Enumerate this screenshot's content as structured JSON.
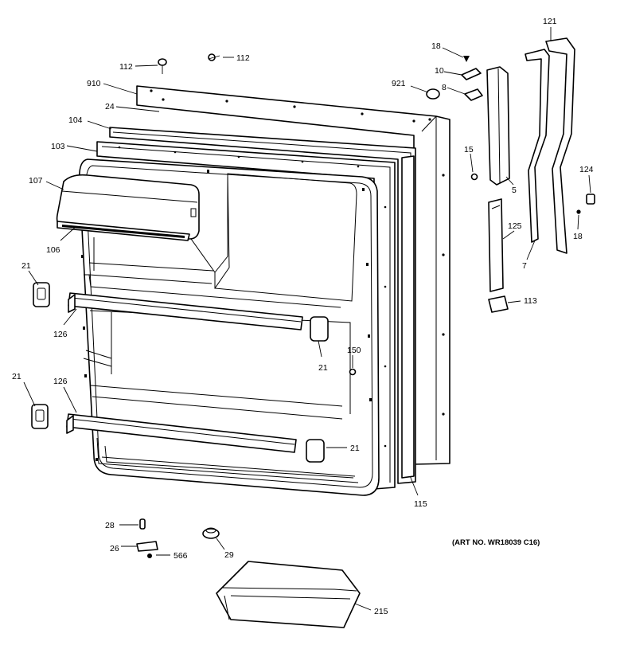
{
  "diagram": {
    "art_number": "(ART NO. WR18039 C16)",
    "callouts": {
      "c112a": "112",
      "c112b": "112",
      "c910": "910",
      "c24": "24",
      "c104": "104",
      "c103": "103",
      "c107": "107",
      "c106": "106",
      "c21a": "21",
      "c126a": "126",
      "c21b": "21",
      "c126b": "126",
      "c21c": "21",
      "c21d": "21",
      "c150": "150",
      "c115": "115",
      "c28": "28",
      "c26": "26",
      "c566": "566",
      "c29": "29",
      "c215": "215",
      "c18a": "18",
      "c10": "10",
      "c921": "921",
      "c8": "8",
      "c15": "15",
      "c5": "5",
      "c121": "121",
      "c124": "124",
      "c18b": "18",
      "c125": "125",
      "c7": "7",
      "c113": "113"
    }
  }
}
